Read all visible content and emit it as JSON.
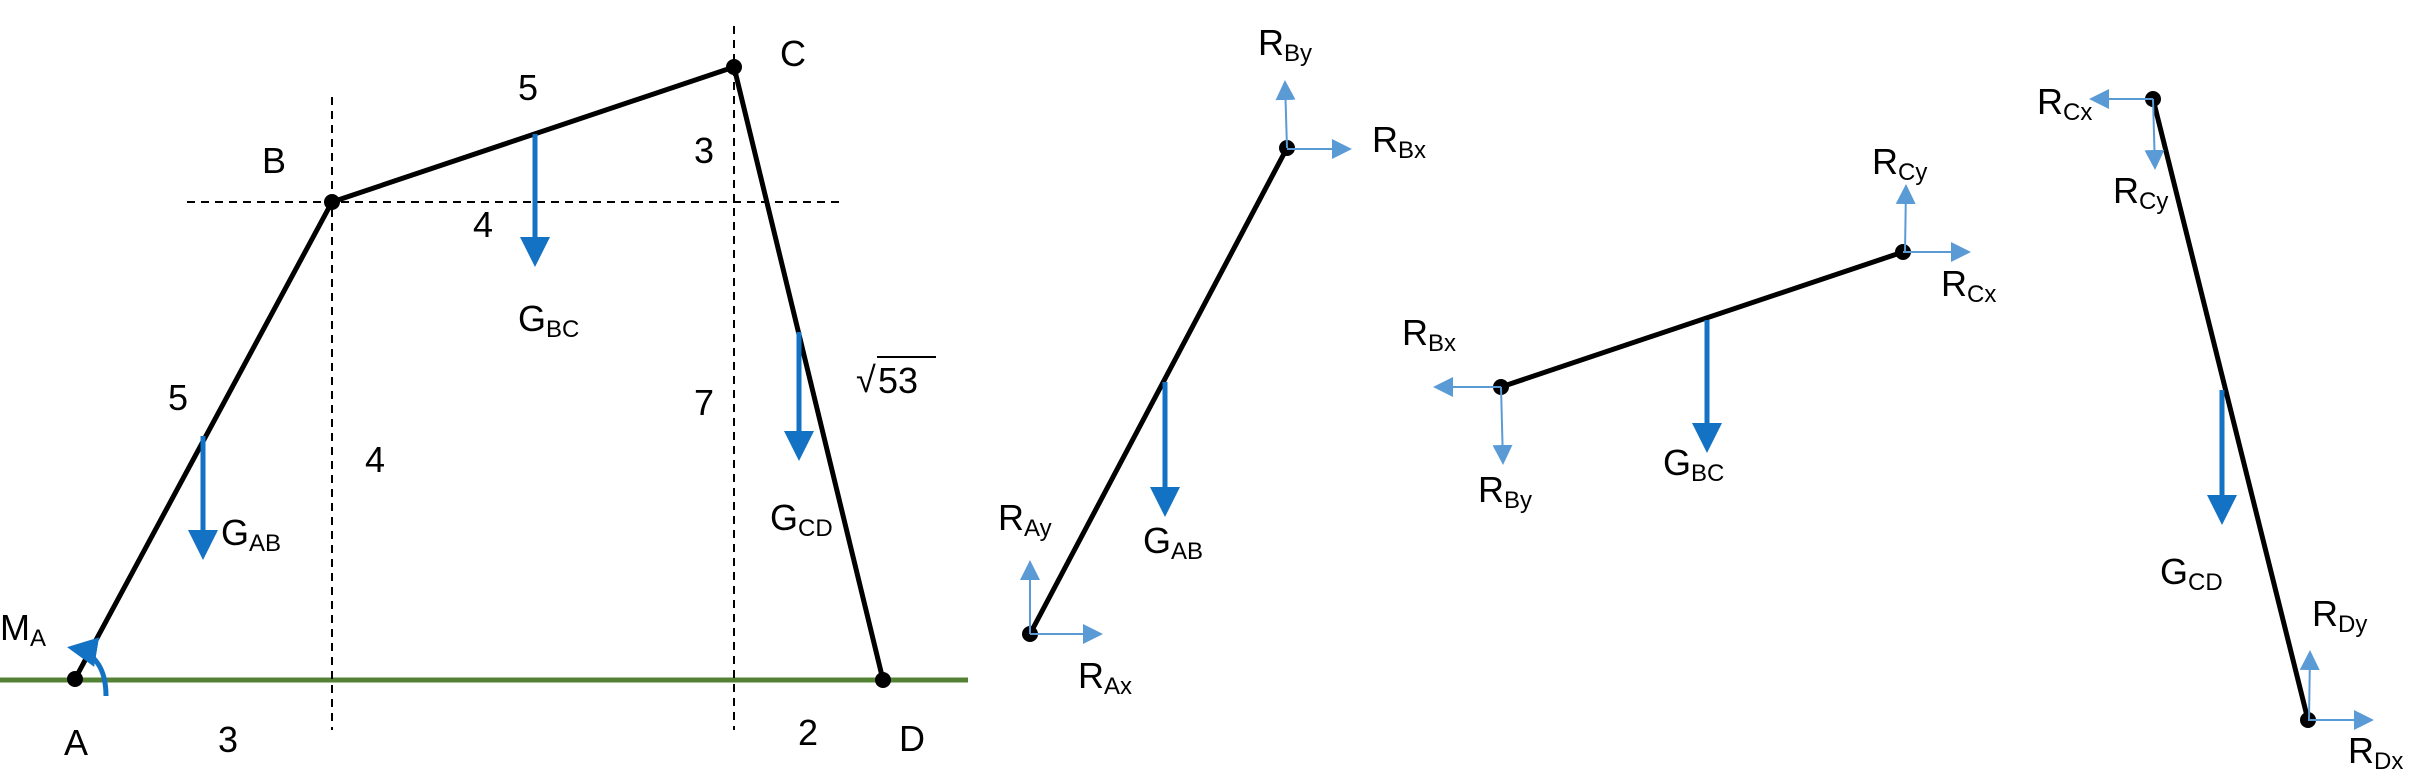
{
  "colors": {
    "member": "#000000",
    "weight": "#1472c4",
    "reaction": "#5b9bd5",
    "ground": "#548235",
    "moment": "#1472c4"
  },
  "main_diagram": {
    "points": {
      "A": "A",
      "B": "B",
      "C": "C",
      "D": "D"
    },
    "dimensions": {
      "ab_length": "5",
      "bc_length": "5",
      "bc_horizontal": "4",
      "bc_vertical": "3",
      "b_height": "4",
      "c_height": "7",
      "a_to_b_horizontal": "3",
      "c_to_d_horizontal": "2",
      "cd_length": "53",
      "sqrt_symbol": "√"
    },
    "moment": {
      "main": "M",
      "sub": "A"
    },
    "weights": {
      "ab": {
        "main": "G",
        "sub": "AB"
      },
      "bc": {
        "main": "G",
        "sub": "BC"
      },
      "cd": {
        "main": "G",
        "sub": "CD"
      }
    }
  },
  "fbd_ab": {
    "rby": {
      "main": "R",
      "sub": "By"
    },
    "rbx": {
      "main": "R",
      "sub": "Bx"
    },
    "ray": {
      "main": "R",
      "sub": "Ay"
    },
    "rax": {
      "main": "R",
      "sub": "Ax"
    },
    "g": {
      "main": "G",
      "sub": "AB"
    }
  },
  "fbd_bc": {
    "rbx": {
      "main": "R",
      "sub": "Bx"
    },
    "rby": {
      "main": "R",
      "sub": "By"
    },
    "rcy": {
      "main": "R",
      "sub": "Cy"
    },
    "rcx": {
      "main": "R",
      "sub": "Cx"
    },
    "g": {
      "main": "G",
      "sub": "BC"
    }
  },
  "fbd_cd": {
    "rcx": {
      "main": "R",
      "sub": "Cx"
    },
    "rcy": {
      "main": "R",
      "sub": "Cy"
    },
    "rdy": {
      "main": "R",
      "sub": "Dy"
    },
    "rdx": {
      "main": "R",
      "sub": "Dx"
    },
    "g": {
      "main": "G",
      "sub": "CD"
    }
  }
}
